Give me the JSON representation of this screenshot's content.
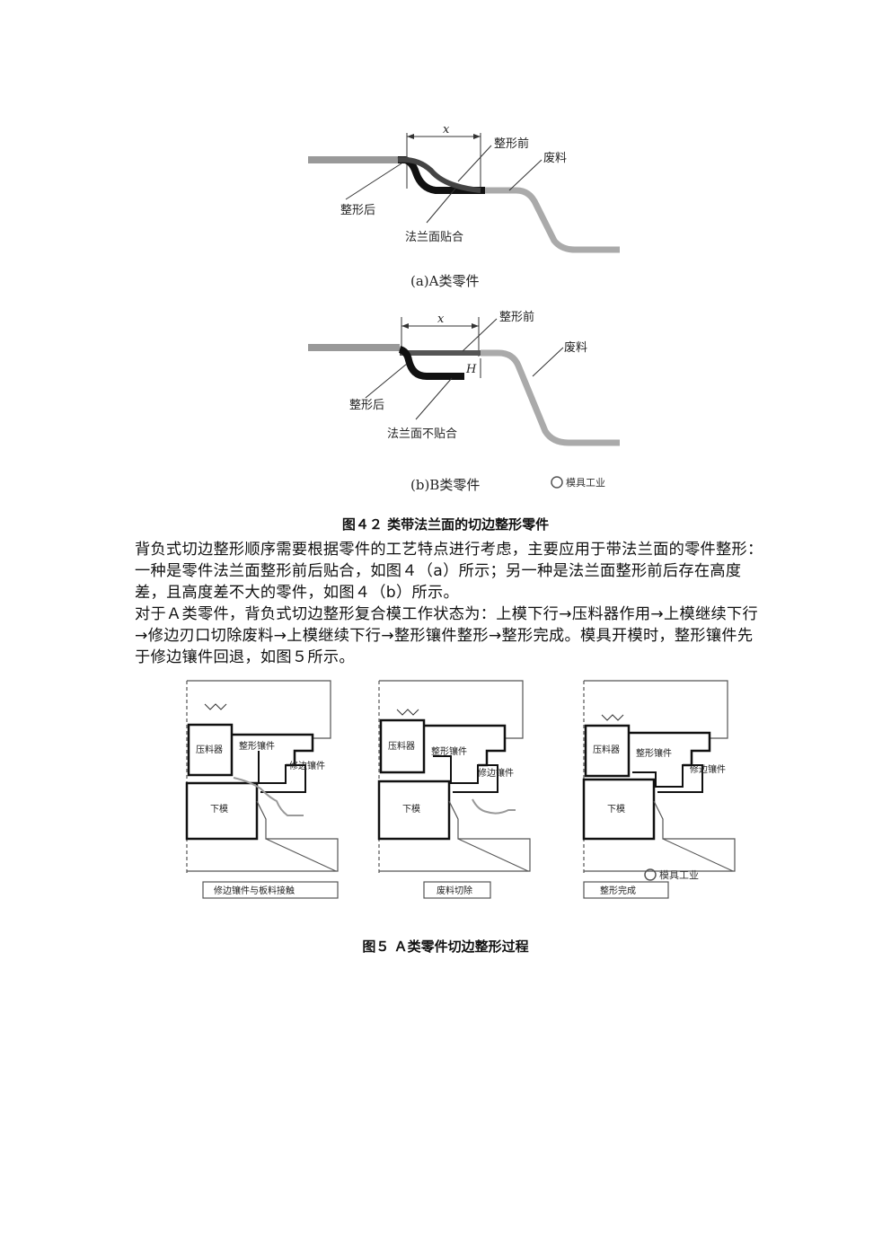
{
  "figure4": {
    "panel_a": {
      "x_label": "x",
      "before_label": "整形前",
      "scrap_label": "废料",
      "after_label": "整形后",
      "flange_label": "法兰面贴合",
      "subcaption": "(a)A类零件"
    },
    "panel_b": {
      "x_label": "x",
      "h_label": "H",
      "before_label": "整形前",
      "scrap_label": "废料",
      "after_label": "整形后",
      "flange_label": "法兰面不贴合",
      "subcaption": "(b)B类零件"
    },
    "watermark": "模具工业",
    "caption": "图４２ 类带法兰面的切边整形零件"
  },
  "paragraph1": "背负式切边整形顺序需要根据零件的工艺特点进行考虑，主要应用于带法兰面的零件整形：一种是零件法兰面整形前后贴合，如图４（a）所示；另一种是法兰面整形前后存在高度差，且高度差不大的零件，如图４（b）所示。",
  "paragraph2": "对于Ａ类零件，背负式切边整形复合模工作状态为：上模下行→压料器作用→上模继续下行→修边刃口切除废料→上模继续下行→整形镶件整形→整形完成。模具开模时，整形镶件先于修边镶件回退，如图５所示。",
  "figure5": {
    "panels": [
      {
        "press_label": "压料器",
        "shaping_label": "整形镶件",
        "trim_label": "修边镶件",
        "lower_label": "下模",
        "stage_label": "修边镶件与板料接触"
      },
      {
        "press_label": "压料器",
        "shaping_label": "整形镶件",
        "trim_label": "修边镶件",
        "lower_label": "下模",
        "stage_label": "废料切除"
      },
      {
        "press_label": "压料器",
        "shaping_label": "整形镶件",
        "trim_label": "修边镶件",
        "lower_label": "下模",
        "stage_label": "整形完成"
      }
    ],
    "watermark": "模具工业",
    "caption": "图５ Ａ类零件切边整形过程"
  }
}
